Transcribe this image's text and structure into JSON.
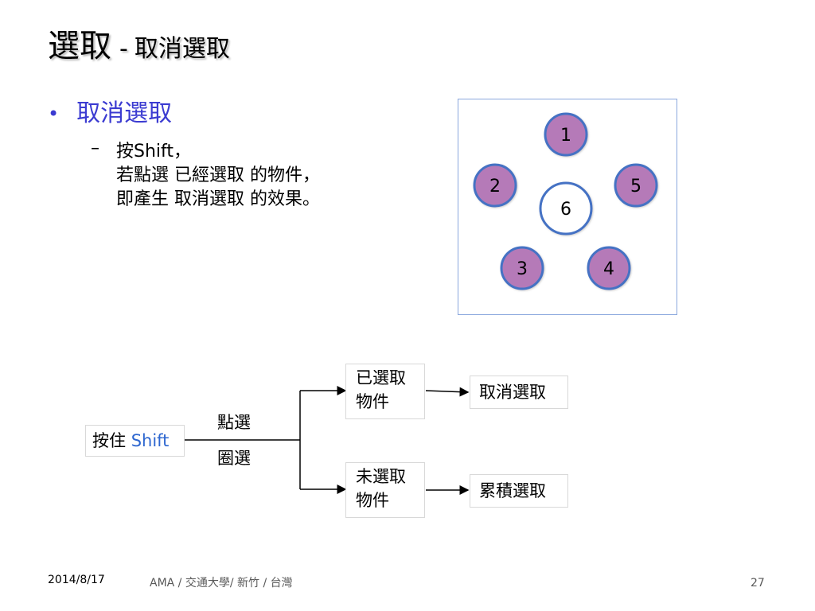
{
  "slide": {
    "title_main": "選取",
    "title_sep": "-",
    "title_sub": "取消選取",
    "bullet": {
      "marker": "•",
      "text": "取消選取"
    },
    "sub_item": {
      "dash": "–",
      "lines": [
        "按Shift，",
        "若點選 已經選取 的物件，",
        "即產生 取消選取 的效果。"
      ]
    },
    "circles": [
      {
        "label": "1",
        "selected": true
      },
      {
        "label": "2",
        "selected": true
      },
      {
        "label": "5",
        "selected": true
      },
      {
        "label": "6",
        "selected": false
      },
      {
        "label": "3",
        "selected": true
      },
      {
        "label": "4",
        "selected": true
      }
    ],
    "flow": {
      "start_prefix": "按住 ",
      "start_key": "Shift",
      "action_click": "點選",
      "action_drag": "圈選",
      "selected_objects": [
        "已選取",
        "物件"
      ],
      "unselected_objects": [
        "未選取",
        "物件"
      ],
      "result_deselect": "取消選取",
      "result_accumulate": "累積選取"
    }
  },
  "colors": {
    "bullet": "#3b3bd1",
    "selected_fill": "#b57ab8",
    "circle_border": "#4472c4",
    "panel_border": "#8aa7dd",
    "shift": "#2e67d0"
  },
  "footer": {
    "date": "2014/8/17",
    "org": "AMA / 交通大學/ 新竹 / 台灣",
    "page": "27"
  }
}
